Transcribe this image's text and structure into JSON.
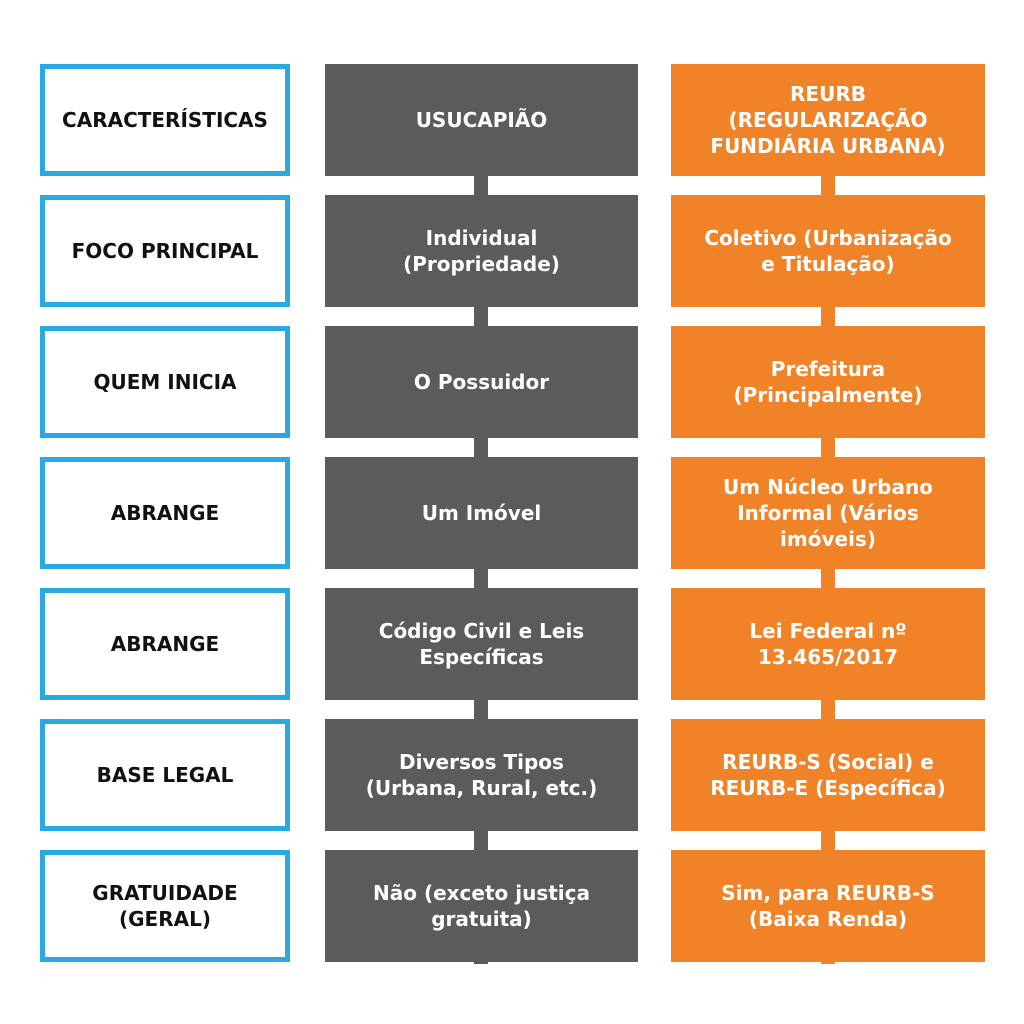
{
  "rows": [
    {
      "label": "CARACTERÍSTICAS",
      "usucapiao": "USUCAPIÃO",
      "reurb": "REURB\n(REGULARIZAÇÃO\nFUNDIÁRIA URBANA)"
    },
    {
      "label": "FOCO PRINCIPAL",
      "usucapiao": "Individual\n(Propriedade)",
      "reurb": "Coletivo (Urbanização\ne Titulação)"
    },
    {
      "label": "QUEM INICIA",
      "usucapiao": "O Possuidor",
      "reurb": "Prefeitura\n(Principalmente)"
    },
    {
      "label": "ABRANGE",
      "usucapiao": "Um Imóvel",
      "reurb": "Um Núcleo Urbano\nInformal (Vários\nimóveis)"
    },
    {
      "label": "ABRANGE",
      "usucapiao": "Código Civil e Leis\nEspecíficas",
      "reurb": "Lei Federal nº\n13.465/2017"
    },
    {
      "label": "BASE LEGAL",
      "usucapiao": "Diversos Tipos\n(Urbana, Rural, etc.)",
      "reurb": "REURB-S (Social) e\nREURB-E (Específica)"
    },
    {
      "label": "GRATUIDADE\n(GERAL)",
      "usucapiao": "Não (exceto justiça\ngratuita)",
      "reurb": "Sim, para REURB-S\n(Baixa Renda)"
    }
  ],
  "colors": {
    "label_border": "#2aa8e0",
    "usucapiao_fill": "#5b5b5b",
    "reurb_fill": "#f08228"
  }
}
